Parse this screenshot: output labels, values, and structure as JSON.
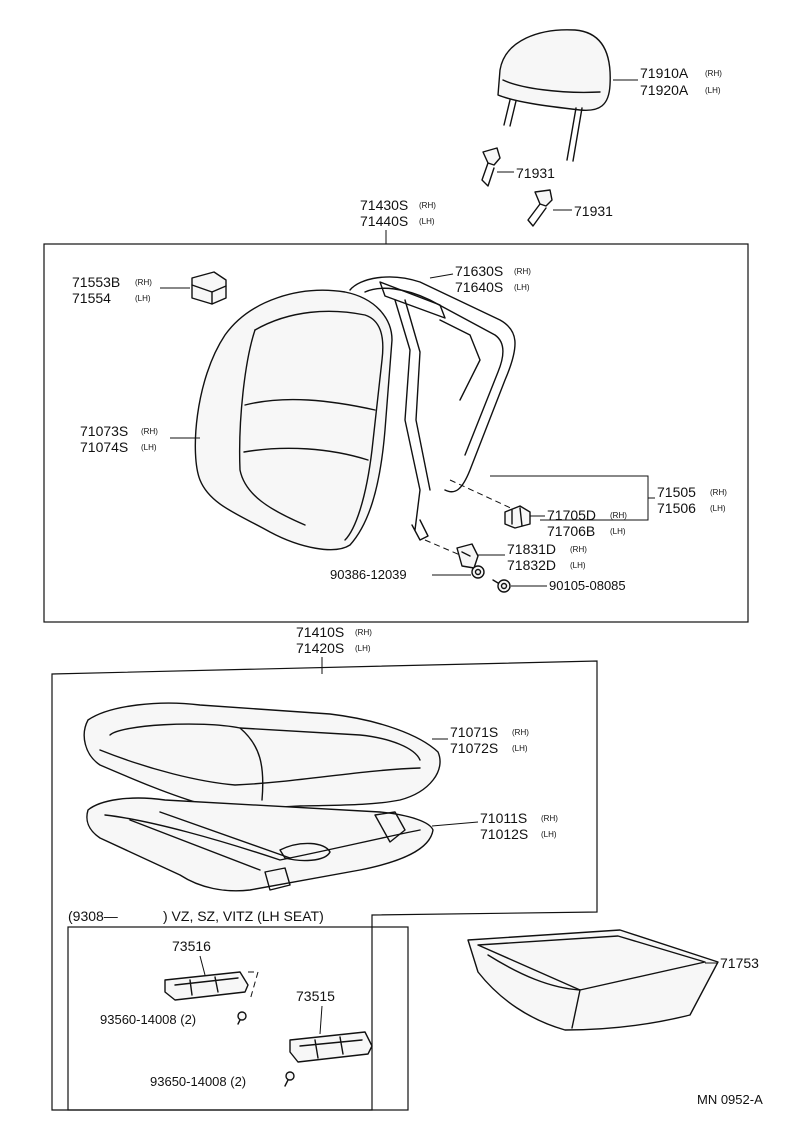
{
  "labels": {
    "headrest_rh": "71910A",
    "headrest_lh": "71920A",
    "rh": "(RH)",
    "lh": "(LH)",
    "support_1": "71931",
    "support_2": "71931",
    "back_assy_rh": "71430S",
    "back_assy_lh": "71440S",
    "cover_rh": "71553B",
    "cover_lh": "71554",
    "frame_rh": "71630S",
    "frame_lh": "71640S",
    "back_cover_rh": "71073S",
    "back_cover_lh": "71074S",
    "board_rh": "71505",
    "board_lh": "71506",
    "hook_rh": "71705D",
    "hook_lh": "71706B",
    "bracket_rh": "71831D",
    "bracket_lh": "71832D",
    "bolt_1": "90386-12039",
    "bolt_2": "90105-08085",
    "cushion_assy_rh": "71410S",
    "cushion_assy_lh": "71420S",
    "cushion_cover_rh": "71071S",
    "cushion_cover_lh": "71072S",
    "cushion_frame_rh": "71011S",
    "cushion_frame_lh": "71012S",
    "variant_date": "(9308—",
    "variant_desc": ") VZ, SZ, VITZ (LH SEAT)",
    "adjuster_1": "73516",
    "adjuster_2": "73515",
    "screw_1": "93560-14008 (2)",
    "screw_2": "93650-14008 (2)",
    "tray": "71753",
    "diagram_code": "MN 0952-A"
  }
}
